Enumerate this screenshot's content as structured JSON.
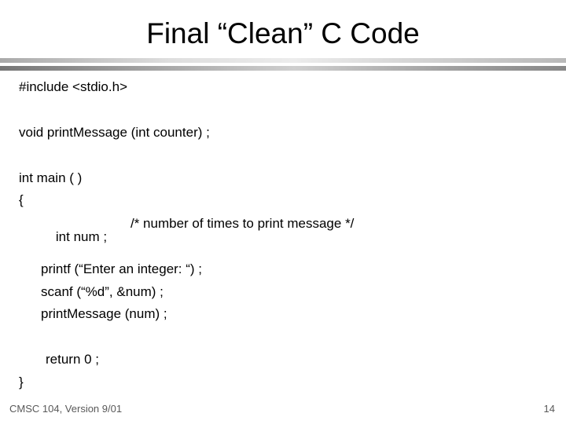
{
  "slide": {
    "title": "Final “Clean” C Code",
    "code": {
      "lines": [
        {
          "text": "#include <stdio.h>"
        },
        {
          "text": "void printMessage (int counter) ;"
        },
        {
          "text": "int main ( )"
        },
        {
          "text": "{"
        },
        {
          "text": "int num ;",
          "comment": "/* number of times to print message */"
        },
        {
          "text": "printf (“Enter an integer: “) ;"
        },
        {
          "text": "scanf (“%d”, &num) ;"
        },
        {
          "text": "printMessage (num) ;"
        },
        {
          "text": "return 0 ;"
        },
        {
          "text": "}"
        }
      ]
    },
    "footer": {
      "course": "CMSC 104, Version 9/01",
      "page_number": "14"
    },
    "colors": {
      "background": "#ffffff",
      "text": "#000000",
      "bar_light": "#b5b5b5",
      "bar_dark": "#7e7e7e",
      "footer_text": "#595959"
    }
  }
}
